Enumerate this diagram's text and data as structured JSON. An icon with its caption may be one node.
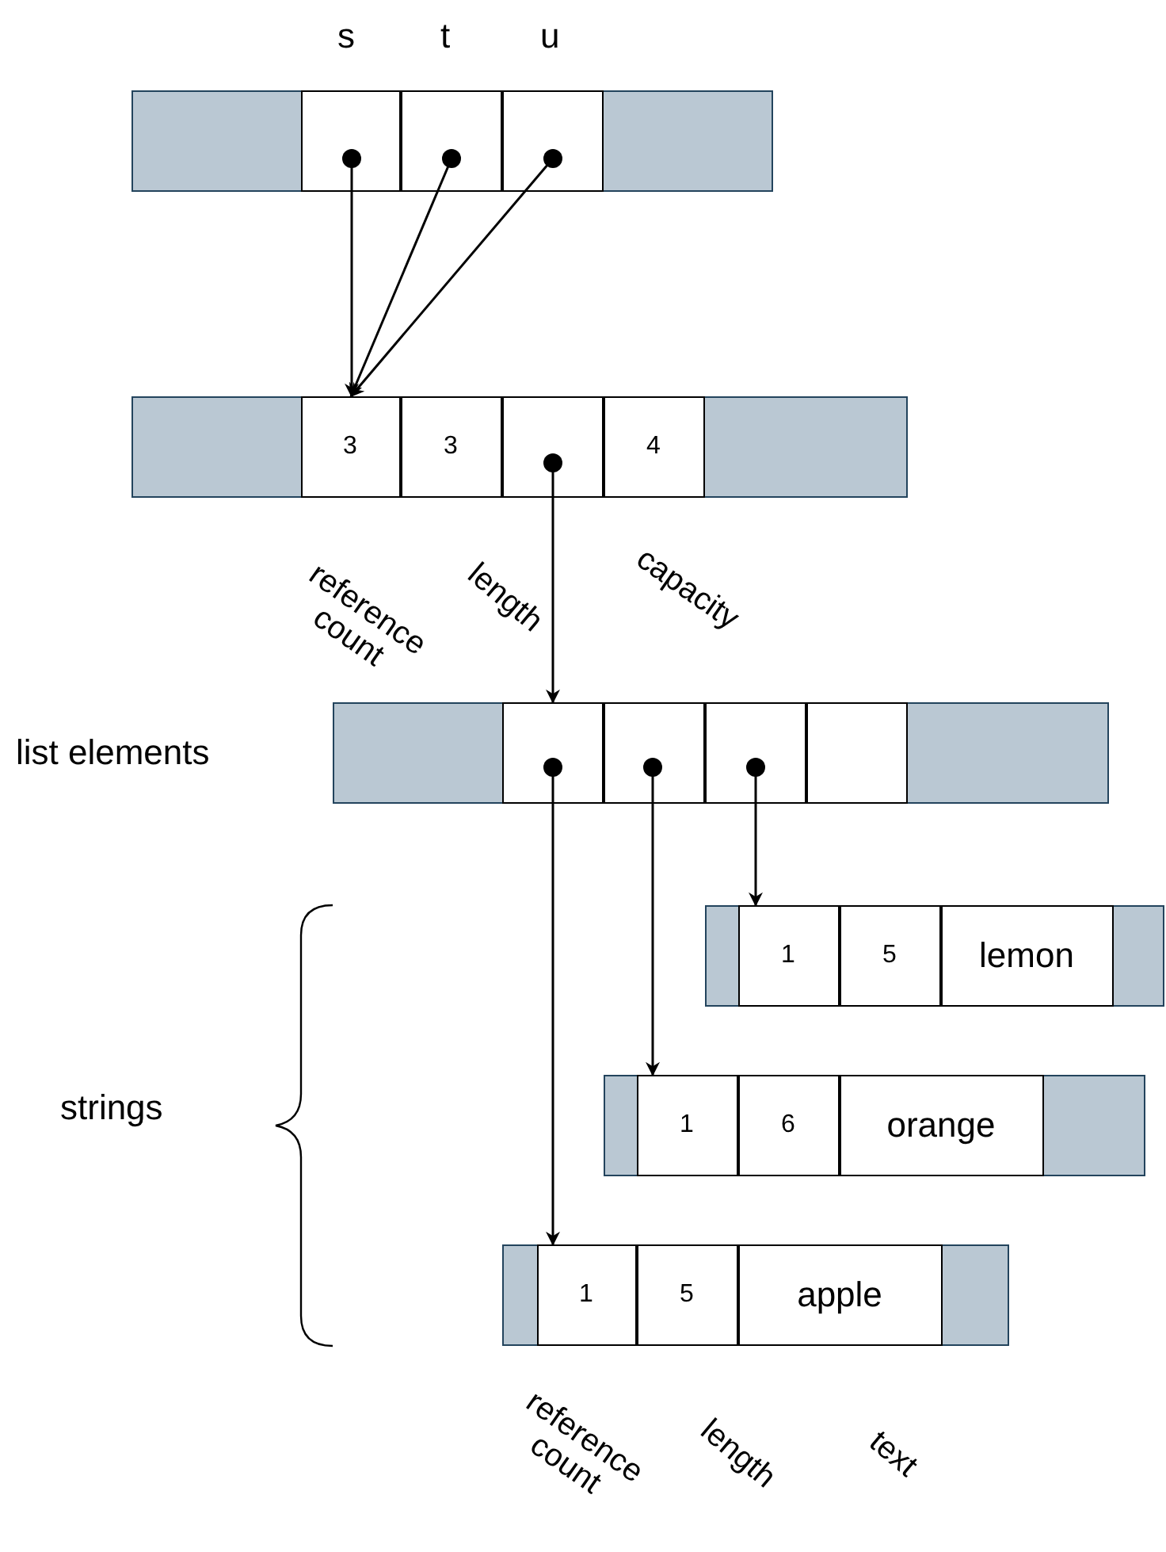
{
  "diagram": {
    "nodes": [
      {
        "text": [],
        "shape": "bar"
      },
      {
        "text": [],
        "shape": "box",
        "in": 0
      },
      {
        "text": [],
        "shape": "box",
        "in": 0
      },
      {
        "text": [],
        "shape": "box",
        "in": 0
      },
      {
        "text": [],
        "shape": "bar"
      },
      {
        "text": [
          "3"
        ],
        "in": 4
      },
      {
        "text": [
          "3"
        ],
        "in": 4
      },
      {
        "text": [],
        "shape": "box",
        "in": 4
      },
      {
        "text": [
          "4"
        ],
        "in": 4
      },
      {
        "text": [],
        "shape": "bar"
      },
      {
        "text": [],
        "shape": "box",
        "in": 9
      },
      {
        "text": [],
        "shape": "box",
        "in": 9
      },
      {
        "text": [],
        "shape": "box",
        "in": 9
      },
      {
        "text": [],
        "shape": "box",
        "in": 9
      },
      {
        "text": [],
        "shape": "bar"
      },
      {
        "text": [
          "1"
        ],
        "in": 14
      },
      {
        "text": [
          "5"
        ],
        "in": 14
      },
      {
        "text": [
          "lemon"
        ],
        "in": 14
      },
      {
        "text": [],
        "shape": "bar"
      },
      {
        "text": [
          "1"
        ],
        "in": 18
      },
      {
        "text": [
          "6"
        ],
        "in": 18
      },
      {
        "text": [
          "orange"
        ],
        "in": 18
      },
      {
        "text": [],
        "shape": "bar"
      },
      {
        "text": [
          "1"
        ],
        "in": 22
      },
      {
        "text": [
          "5"
        ],
        "in": 22
      },
      {
        "text": [
          "apple"
        ],
        "in": 22
      }
    ],
    "edges": [
      {
        "from": 1,
        "to": 5,
        "arrow": "to"
      },
      {
        "from": 2,
        "to": 5,
        "arrow": "to"
      },
      {
        "from": 3,
        "to": 5,
        "arrow": "to"
      },
      {
        "from": 7,
        "to": 10,
        "arrow": "to"
      },
      {
        "from": 10,
        "to": 23,
        "arrow": "to"
      },
      {
        "from": 11,
        "to": 19,
        "arrow": "to"
      },
      {
        "from": 12,
        "to": 15,
        "arrow": "to"
      }
    ],
    "labels": [
      "s",
      "t",
      "u",
      "reference count",
      "length",
      "capacity",
      "list elements",
      "strings",
      "reference count",
      "length",
      "text"
    ]
  }
}
